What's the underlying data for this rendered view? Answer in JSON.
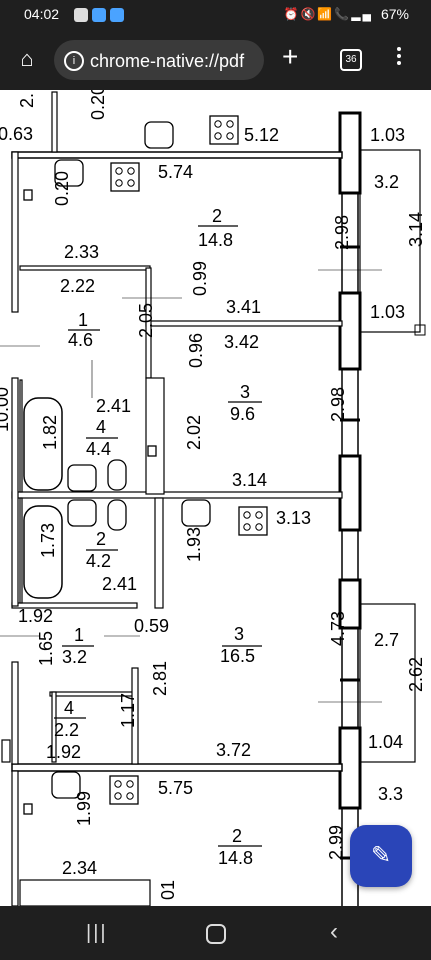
{
  "status_bar": {
    "time": "04:02",
    "battery": "67%",
    "signal_icons": "alarm mute wifi call signal battery"
  },
  "browser": {
    "url": "chrome-native://pdf",
    "tab_count": "36",
    "home_icon": "home-icon",
    "info_icon": "info-icon",
    "new_tab_icon": "plus-icon",
    "menu_icon": "more-vert-icon"
  },
  "floor_plan": {
    "labels": [
      "2.",
      "0.20",
      "0.63",
      "5.12",
      "1.03",
      "5.74",
      "3.2",
      "0.20",
      "2",
      "14.8",
      "2.98",
      "3.14",
      "2.33",
      "0.99",
      "2.22",
      "3.41",
      "1.03",
      "1",
      "4.6",
      "2.05",
      "3.42",
      "0.96",
      "2.41",
      "3",
      "9.6",
      "2.98",
      "1.82",
      "4",
      "4.4",
      "2.02",
      "3.14",
      "3.13",
      "1.73",
      "2",
      "4.2",
      "1.93",
      "2.41",
      "1.92",
      "0.59",
      "3",
      "16.5",
      "4.73",
      "2.7",
      "1",
      "3.2",
      "1.65",
      "2.81",
      "2.62",
      "4",
      "2.2",
      "1.17",
      "3.72",
      "1.04",
      "1.92",
      "5.75",
      "3.3",
      "1.99",
      "2",
      "14.8",
      "2.99",
      "2.34",
      "10.00",
      "01"
    ]
  },
  "fab": {
    "icon": "edit-pencil-icon"
  },
  "nav_bar": {
    "recents_icon": "recents-icon",
    "home_icon": "home-circle-icon",
    "back_icon": "back-icon"
  }
}
